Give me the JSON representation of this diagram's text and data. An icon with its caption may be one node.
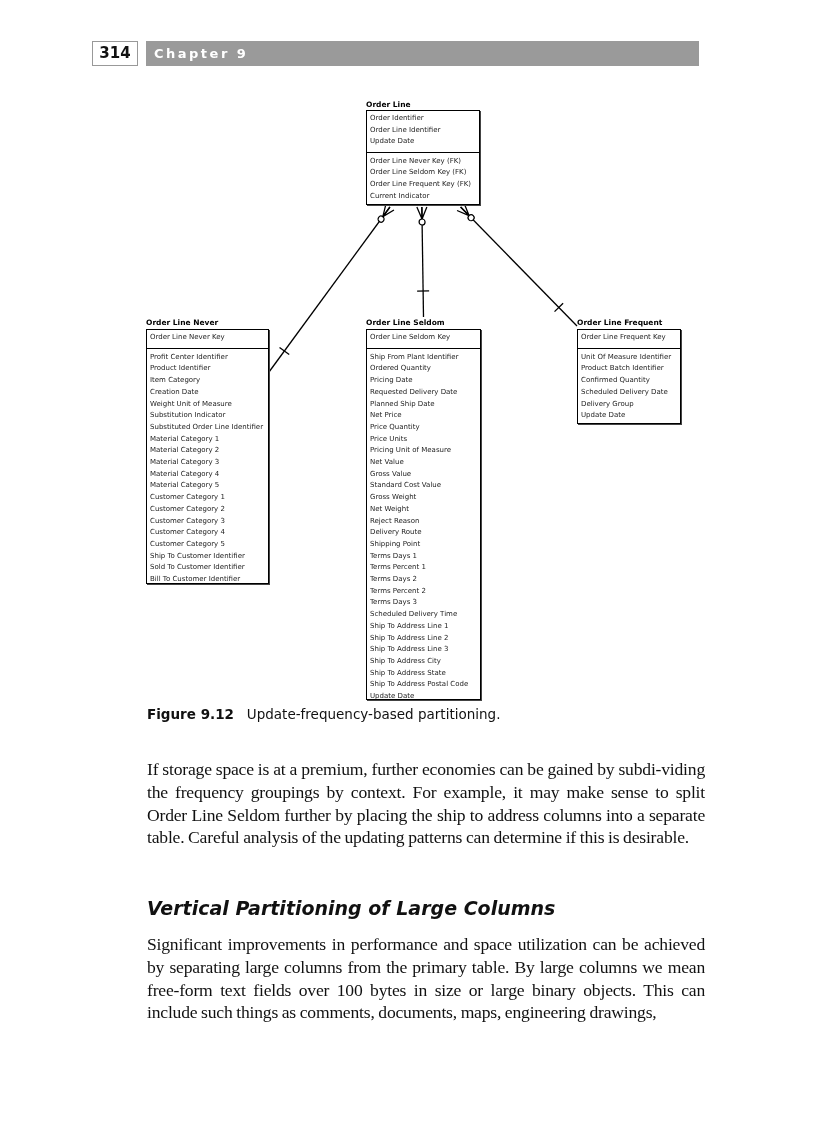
{
  "diagram": {
    "caption": "**Figure 9.12**   Update-frequency-based partitioning.",
    "nodes": [
      {
        "text": [
          "Order Line"
        ]
      },
      {
        "text": [
          "Order Identifier",
          "Order Line Identifier",
          "Update Date"
        ],
        "in": 0
      },
      {
        "text": [
          "Order Line Never Key (FK)",
          "Order Line Seldom Key (FK)",
          "Order Line Frequent Key (FK)",
          "Current Indicator"
        ],
        "in": 0
      },
      {
        "text": [
          "Order Line Never"
        ]
      },
      {
        "text": [
          "Order Line Never Key"
        ],
        "in": 3
      },
      {
        "text": [
          "Profit Center Identifier",
          "Product Identifier",
          "Item Category",
          "Creation Date",
          "Weight Unit of Measure",
          "Substitution Indicator",
          "Substituted Order Line Identifier",
          "Material Category 1",
          "Material Category 2",
          "Material Category 3",
          "Material Category 4",
          "Material Category 5",
          "Customer Category 1",
          "Customer Category 2",
          "Customer Category 3",
          "Customer Category 4",
          "Customer Category 5",
          "Ship To Customer Identifier",
          "Sold To Customer Identifier",
          "Bill To Customer Identifier"
        ],
        "in": 3
      },
      {
        "text": [
          "Order Line Seldom"
        ]
      },
      {
        "text": [
          "Order Line Seldom Key"
        ],
        "in": 6
      },
      {
        "text": [
          "Ship From Plant Identifier",
          "Ordered Quantity",
          "Pricing Date",
          "Requested Delivery Date",
          "Planned Ship Date",
          "Net Price",
          "Price Quantity",
          "Price Units",
          "Pricing Unit of Measure",
          "Net Value",
          "Gross Value",
          "Standard Cost Value",
          "Gross Weight",
          "Net Weight",
          "Reject Reason",
          "Delivery Route",
          "Shipping Point",
          "Terms Days 1",
          "Terms Percent 1",
          "Terms Days 2",
          "Terms Percent 2",
          "Terms Days 3",
          "Scheduled Delivery Time",
          "Ship To Address Line 1",
          "Ship To Address Line 2",
          "Ship To Address Line 3",
          "Ship To Address City",
          "Ship To Address State",
          "Ship To Address Postal Code",
          "Update Date"
        ],
        "in": 6
      },
      {
        "text": [
          "Order Line Frequent"
        ]
      },
      {
        "text": [
          "Order Line Frequent Key"
        ],
        "in": 9
      },
      {
        "text": [
          "Unit Of Measure Identifier",
          "Product Batch Identifier",
          "Confirmed Quantity",
          "Scheduled Delivery Date",
          "Delivery Group",
          "Update Date"
        ],
        "in": 9
      }
    ],
    "edges": [
      {
        "from": 0,
        "to": 3,
        "arrow": "other"
      },
      {
        "from": 0,
        "to": 6,
        "arrow": "other"
      },
      {
        "from": 0,
        "to": 9,
        "arrow": "other"
      }
    ],
    "labels": [
      "314",
      "Chapter 9",
      "If storage space is at a premium, further economies can be gained by subdi-viding the frequency groupings by context. For example, it may make sense to split Order Line Seldom further by placing the ship to address columns into a separate table. Careful analysis of the updating patterns can determine if this is desirable.",
      "Vertical Partitioning of Large Columns",
      "Significant improvements in performance and space utilization can be achieved by separating large columns from the primary table. By large columns we mean free-form text fields over 100 bytes in size or large binary objects. This can include such things as comments, documents, maps, engineering drawings,"
    ]
  }
}
